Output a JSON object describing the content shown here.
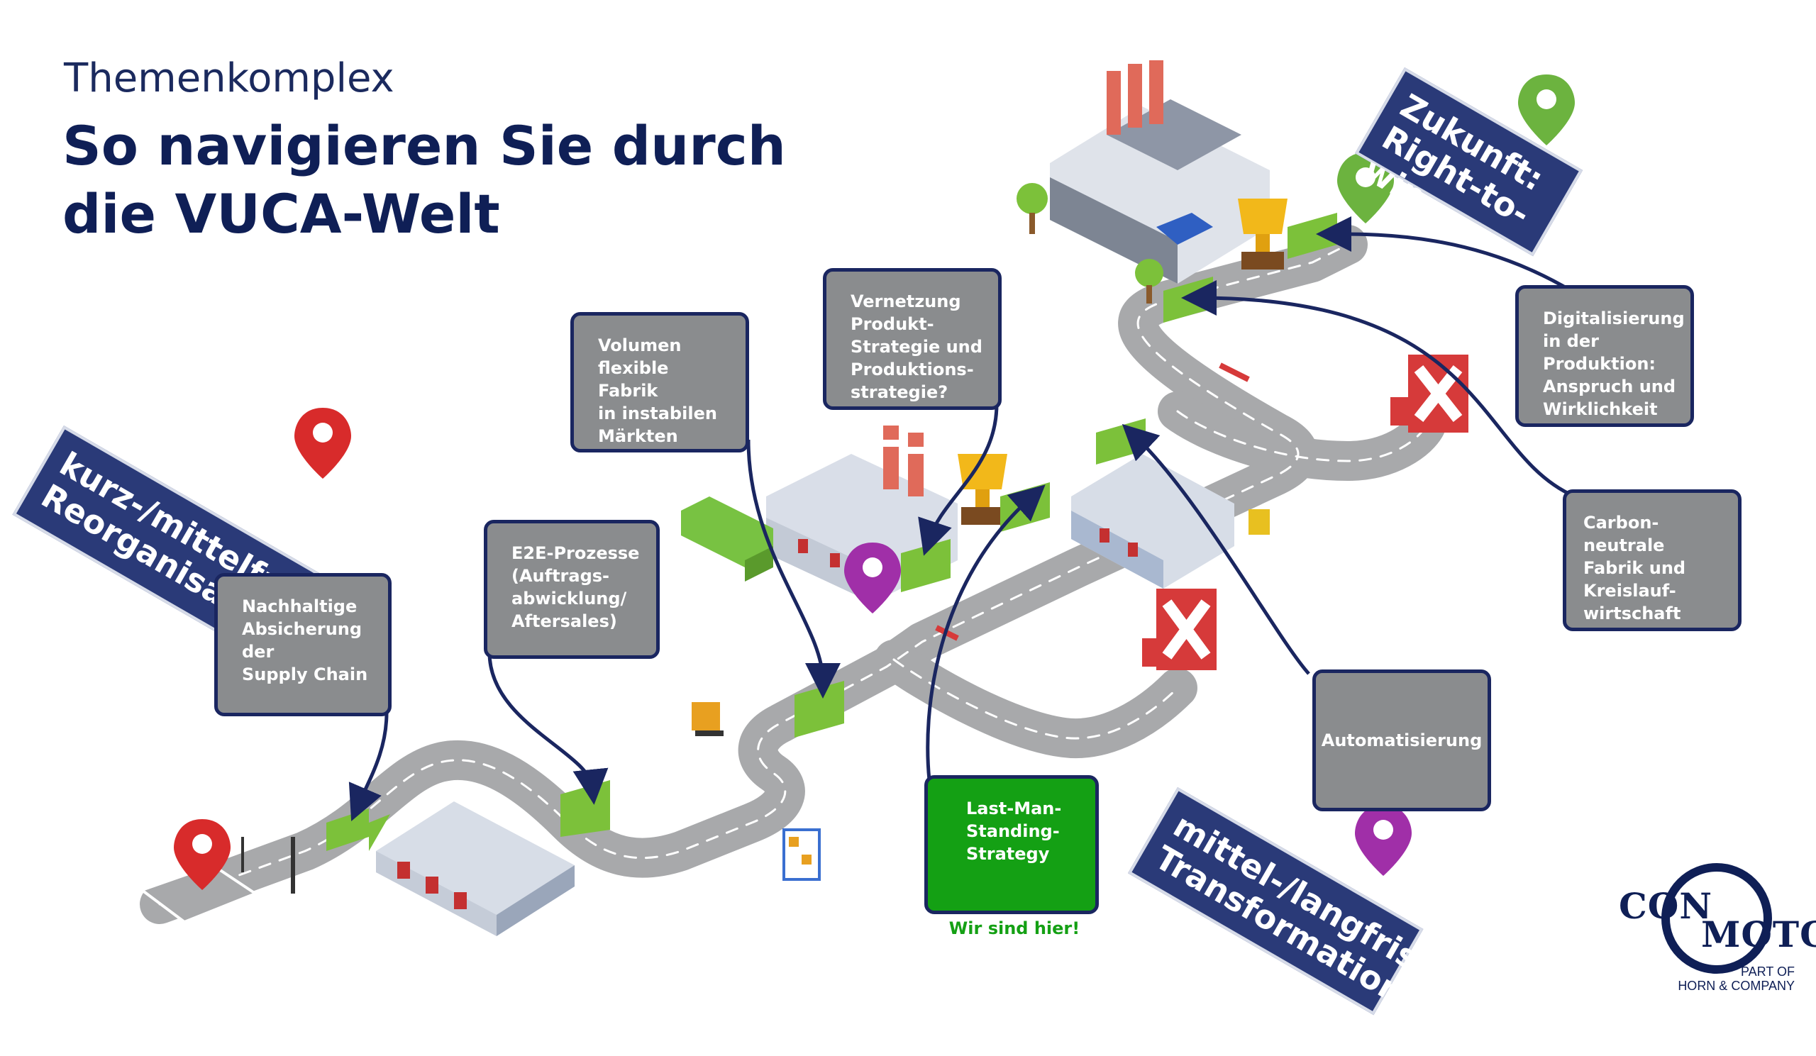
{
  "header": {
    "subtitle": "Themenkomplex",
    "title_line1": "So navigieren Sie durch",
    "title_line2": "die VUCA-Welt"
  },
  "banners": {
    "short_term": "kurz-/mittelfristige\nReorganisation",
    "long_term": "mittel-/langfristige\nTransformation",
    "future": "Zukunft:\nRight-to-win"
  },
  "boxes": {
    "supply_chain": "Nachhaltige\nAbsicherung\nder\nSupply Chain",
    "e2e": "E2E-Prozesse\n(Auftrags-\nabwicklung/\nAftersales)",
    "volume": "Volumen\nflexible Fabrik\nin instabilen\nMärkten",
    "vernetzung": "Vernetzung\nProdukt-\nStrategie und\nProduktions-\nstrategie?",
    "digital": "Digitalisierung\nin der\nProduktion:\nAnspruch und\nWirklichkeit",
    "carbon": "Carbon-neutrale\nFabrik und\nKreislauf-\nwirtschaft",
    "automation": "Automatisierung",
    "last_man": "Last-Man-\nStanding-\nStrategy"
  },
  "here_label": "Wir sind hier!",
  "logo": {
    "line1": "CON",
    "line2": "MOTO",
    "sub": "PART OF\nHORN & COMPANY"
  },
  "icons": [
    "map-pin-icon",
    "trophy-icon",
    "x-cross-icon",
    "factory-icon",
    "warehouse-icon",
    "truck-icon",
    "forklift-icon",
    "tree-icon",
    "barrier-icon",
    "green-arrow-icon"
  ],
  "colors": {
    "navy": "#1a2660",
    "box_gray": "#8a8c8e",
    "road": "#a8a9ab",
    "green_arrow": "#7cc13a",
    "pin_red": "#d82b2b",
    "pin_purple": "#a02fa8",
    "pin_green": "#6cb33f",
    "cross_red": "#d63a3a",
    "highlight_green": "#14a014"
  }
}
